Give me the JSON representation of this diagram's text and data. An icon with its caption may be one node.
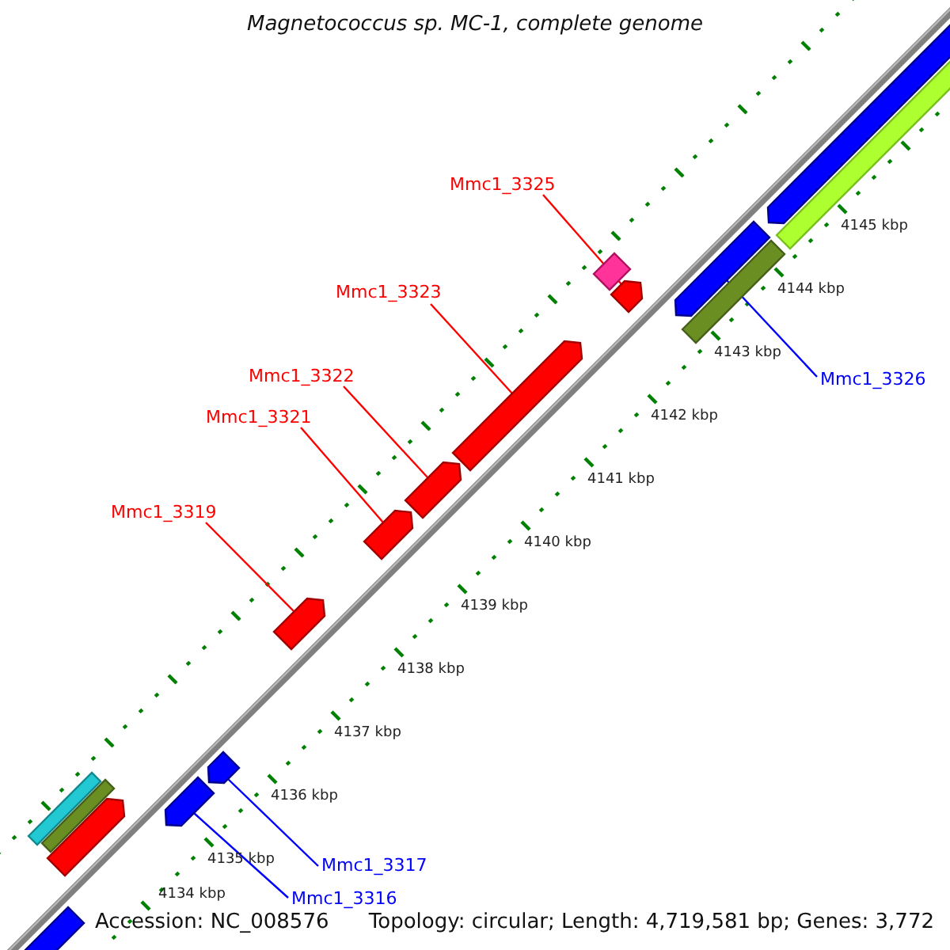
{
  "diagram": {
    "title": "Magnetococcus sp. MC-1, complete genome",
    "nodes": [
      {
        "text": [
          "Mmc1_3325"
        ]
      },
      {
        "text": [],
        "shape": "arrow"
      },
      {
        "text": [
          "Mmc1_3323"
        ]
      },
      {
        "text": [],
        "shape": "arrow"
      },
      {
        "text": [
          "Mmc1_3326"
        ]
      },
      {
        "text": [],
        "shape": "arrow"
      },
      {
        "text": [
          "Mmc1_3322"
        ]
      },
      {
        "text": [],
        "shape": "arrow"
      },
      {
        "text": [
          "Mmc1_3321"
        ]
      },
      {
        "text": [],
        "shape": "arrow"
      },
      {
        "text": [
          "Mmc1_3319"
        ]
      },
      {
        "text": [],
        "shape": "arrow"
      },
      {
        "text": [
          "Mmc1_3317"
        ]
      },
      {
        "text": [],
        "shape": "arrow"
      },
      {
        "text": [
          "Mmc1_3316"
        ]
      },
      {
        "text": [],
        "shape": "arrow"
      },
      {
        "text": [],
        "shape": "arrow"
      },
      {
        "text": [],
        "shape": "bar"
      },
      {
        "text": [],
        "shape": "box"
      },
      {
        "text": [],
        "shape": "bar"
      },
      {
        "text": [],
        "shape": "bar"
      },
      {
        "text": [],
        "shape": "bar"
      },
      {
        "text": [],
        "shape": "arrow"
      },
      {
        "text": [],
        "shape": "arrow"
      }
    ],
    "edges": [
      {
        "from": 0,
        "to": 1,
        "arrow": "none"
      },
      {
        "from": 2,
        "to": 3,
        "arrow": "none"
      },
      {
        "from": 4,
        "to": 5,
        "arrow": "none",
        "color": "#0000ff"
      },
      {
        "from": 6,
        "to": 7,
        "arrow": "none"
      },
      {
        "from": 8,
        "to": 9,
        "arrow": "none"
      },
      {
        "from": 10,
        "to": 11,
        "arrow": "none"
      },
      {
        "from": 12,
        "to": 13,
        "arrow": "none",
        "color": "#0000ff"
      },
      {
        "from": 14,
        "to": 15,
        "arrow": "none",
        "color": "#0000ff"
      }
    ],
    "labels": [
      "4145 kbp",
      "4144 kbp",
      "4143 kbp",
      "4142 kbp",
      "4141 kbp",
      "4140 kbp",
      "4139 kbp",
      "4138 kbp",
      "4137 kbp",
      "4136 kbp",
      "4135 kbp",
      "4134 kbp",
      "Accession: NC_008576",
      "Topology: circular; Length: 4,719,581 bp; Genes: 3,772"
    ]
  }
}
